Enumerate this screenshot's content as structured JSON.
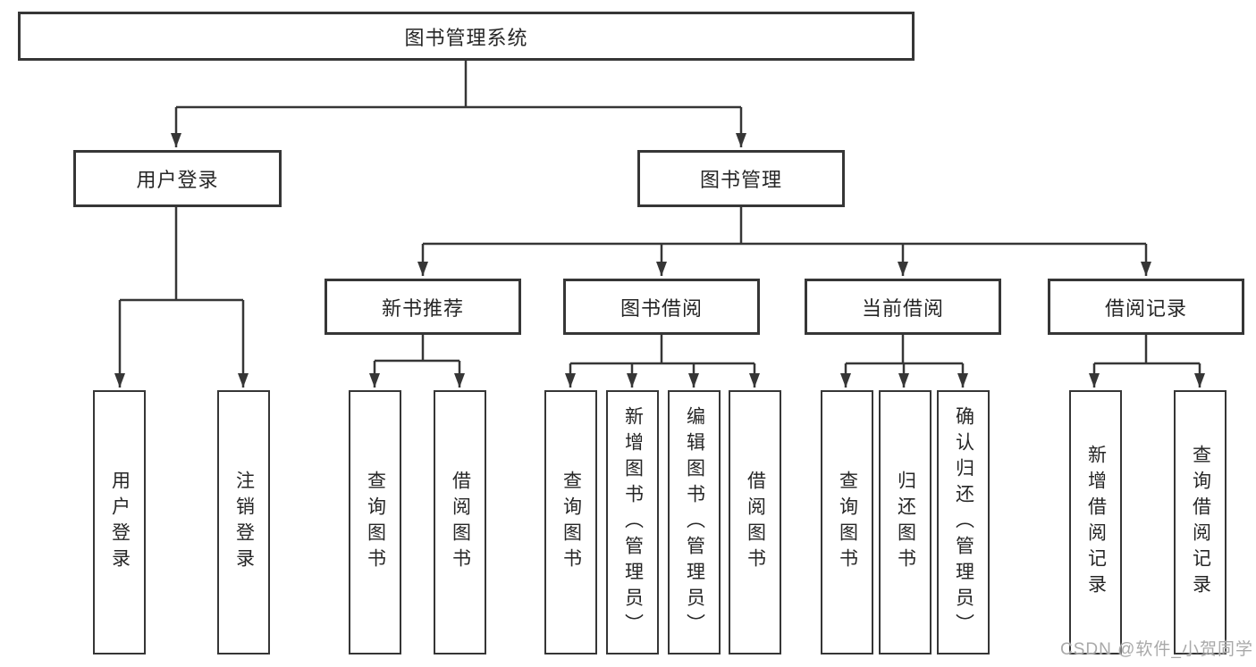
{
  "title_box": "图书管理系统",
  "modules": {
    "user_login": "用户登录",
    "book_management": "图书管理"
  },
  "features": {
    "new_book_recommendation": "新书推荐",
    "book_borrowing": "图书借阅",
    "current_borrowing": "当前借阅",
    "borrowing_records": "借阅记录"
  },
  "functions": {
    "user_login": [
      "用户登录",
      "注销登录"
    ],
    "new_book_recommendation": [
      "查询图书",
      "借阅图书"
    ],
    "book_borrowing": [
      "查询图书",
      "新增图书（管理员）",
      "编辑图书（管理员）",
      "借阅图书"
    ],
    "current_borrowing": [
      "查询图书",
      "归还图书",
      "确认归还（管理员）"
    ],
    "borrowing_records": [
      "新增借阅记录",
      "查询借阅记录"
    ]
  },
  "watermark": "CSDN @软件_小贺同学",
  "colors": {
    "line": "#363636",
    "text": "#262626",
    "watermark_gray": "#a9a9a9",
    "background": "#ffffff"
  }
}
